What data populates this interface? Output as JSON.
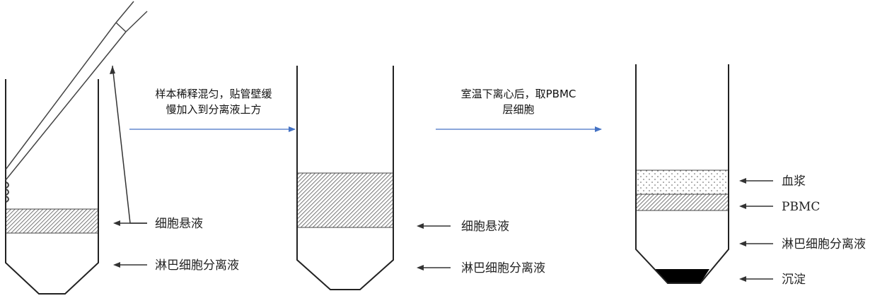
{
  "steps": {
    "step1": {
      "line1": "样本稀释混匀，贴管壁缓",
      "line2": "慢加入到分离液上方"
    },
    "step2": {
      "line1": "室温下离心后，取PBMC",
      "line2": "层细胞"
    }
  },
  "tube1": {
    "cell_suspension": "细胞悬液",
    "separation_medium": "淋巴细胞分离液"
  },
  "tube2": {
    "cell_suspension": "细胞悬液",
    "separation_medium": "淋巴细胞分离液"
  },
  "tube3": {
    "plasma": "血浆",
    "pbmc": "PBMC",
    "separation_medium": "淋巴细胞分离液",
    "sediment": "沉淀"
  },
  "colors": {
    "tube_line": "#222222",
    "step_arrow": "#4472c4",
    "sediment": "#000000"
  }
}
